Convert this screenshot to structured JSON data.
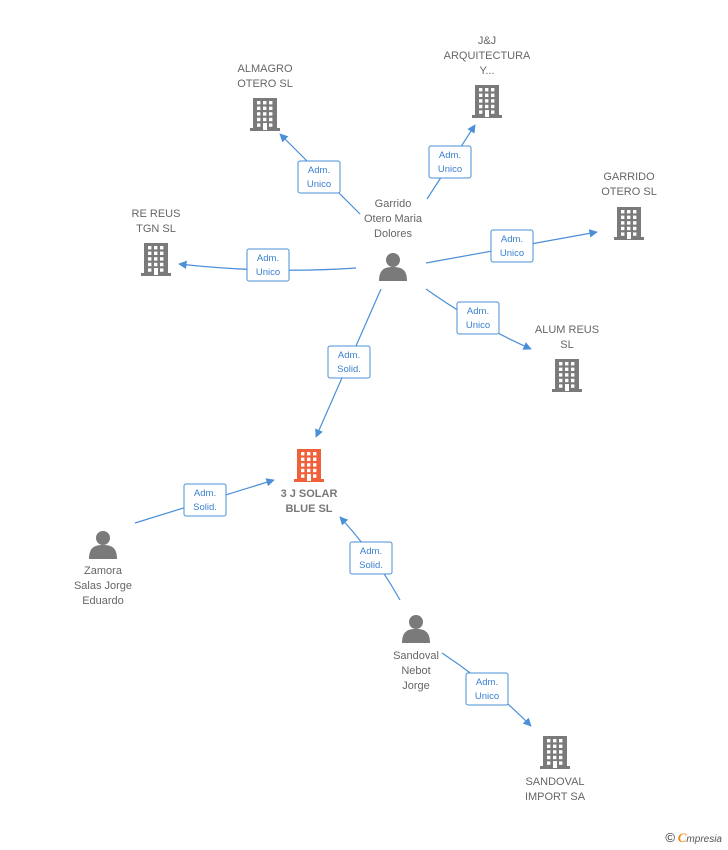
{
  "nodes": [
    {
      "id": "almagro",
      "type": "company",
      "lines": [
        "ALMAGRO",
        "OTERO  SL"
      ],
      "color": "#7a7a7a"
    },
    {
      "id": "jj",
      "type": "company",
      "lines": [
        "J&J",
        "ARQUITECTURA",
        "Y..."
      ],
      "color": "#7a7a7a"
    },
    {
      "id": "garrido_sl",
      "type": "company",
      "lines": [
        "GARRIDO",
        "OTERO  SL"
      ],
      "color": "#7a7a7a"
    },
    {
      "id": "rereus",
      "type": "company",
      "lines": [
        "RE REUS",
        "TGN  SL"
      ],
      "color": "#7a7a7a"
    },
    {
      "id": "alum",
      "type": "company",
      "lines": [
        "ALUM REUS",
        "SL"
      ],
      "color": "#7a7a7a"
    },
    {
      "id": "solar",
      "type": "company",
      "main": true,
      "lines": [
        "3 J SOLAR",
        "BLUE  SL"
      ],
      "color": "#f0603a"
    },
    {
      "id": "garrido_p",
      "type": "person",
      "lines": [
        "Garrido",
        "Otero Maria",
        "Dolores"
      ],
      "color": "#7a7a7a"
    },
    {
      "id": "zamora",
      "type": "person",
      "lines": [
        "Zamora",
        "Salas Jorge",
        "Eduardo"
      ],
      "color": "#7a7a7a"
    },
    {
      "id": "sandoval_p",
      "type": "person",
      "lines": [
        "Sandoval",
        "Nebot",
        "Jorge"
      ],
      "color": "#7a7a7a"
    },
    {
      "id": "sandoval_sa",
      "type": "company",
      "lines": [
        "SANDOVAL",
        "IMPORT SA"
      ],
      "color": "#7a7a7a"
    }
  ],
  "edges": [
    {
      "from": "garrido_p",
      "to": "almagro",
      "label": [
        "Adm.",
        "Unico"
      ]
    },
    {
      "from": "garrido_p",
      "to": "jj",
      "label": [
        "Adm.",
        "Unico"
      ]
    },
    {
      "from": "garrido_p",
      "to": "garrido_sl",
      "label": [
        "Adm.",
        "Unico"
      ]
    },
    {
      "from": "garrido_p",
      "to": "rereus",
      "label": [
        "Adm.",
        "Unico"
      ]
    },
    {
      "from": "garrido_p",
      "to": "alum",
      "label": [
        "Adm.",
        "Unico"
      ]
    },
    {
      "from": "garrido_p",
      "to": "solar",
      "label": [
        "Adm.",
        "Solid."
      ]
    },
    {
      "from": "zamora",
      "to": "solar",
      "label": [
        "Adm.",
        "Solid."
      ]
    },
    {
      "from": "sandoval_p",
      "to": "solar",
      "label": [
        "Adm.",
        "Solid."
      ]
    },
    {
      "from": "sandoval_p",
      "to": "sandoval_sa",
      "label": [
        "Adm.",
        "Unico"
      ]
    }
  ],
  "footer": {
    "copyright": "©",
    "brand_initial": "C",
    "brand_rest": "mpresia"
  },
  "colors": {
    "edge": "#4a8fd8",
    "label": "#666666"
  }
}
